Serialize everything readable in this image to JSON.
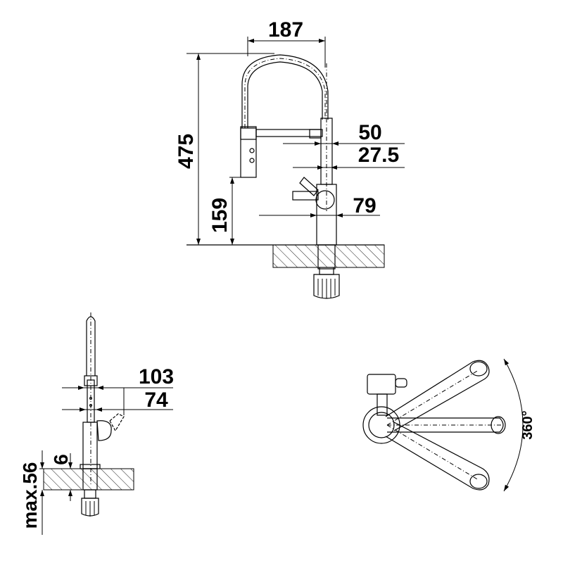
{
  "dimensions": {
    "side_width": "187",
    "total_height": "475",
    "spray_offset": "50",
    "spray_diameter": "27.5",
    "body_diameter": "79",
    "spout_height": "159",
    "front_reach": "103",
    "front_body": "74",
    "deck_min": "6",
    "deck_max": "max.56",
    "rotation": "360°"
  },
  "colors": {
    "line": "#000000",
    "background": "#ffffff"
  }
}
